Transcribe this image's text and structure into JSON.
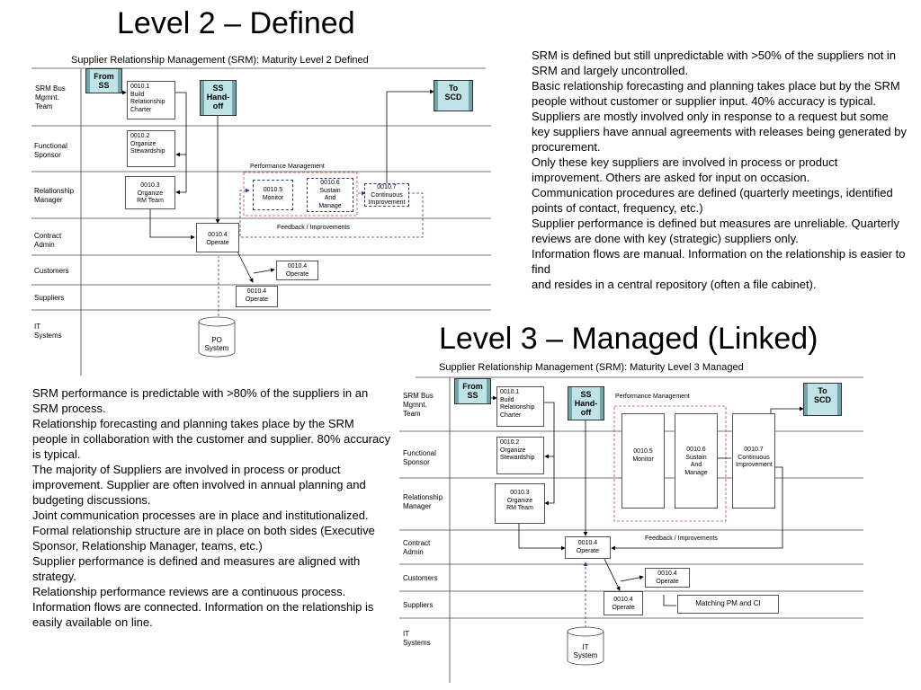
{
  "titles": {
    "level2": "Level 2 – Defined",
    "level3": "Level 3 – Managed (Linked)"
  },
  "level2": {
    "diagram_title": "Supplier Relationship Management (SRM): Maturity Level 2 Defined",
    "lanes": [
      [
        "SRM Bus",
        "Mgmnt.",
        "Team"
      ],
      [
        "Functional",
        "Sponsor"
      ],
      [
        "Relationship",
        "Manager"
      ],
      [
        "Contract",
        "Admin"
      ],
      [
        "Customers"
      ],
      [
        "Suppliers"
      ],
      [
        "IT",
        "Systems"
      ]
    ],
    "from_ss": [
      "From",
      "SS"
    ],
    "ss_handoff": [
      "SS",
      "Hand-",
      "off"
    ],
    "to_scd": [
      "To",
      "SCD"
    ],
    "build_charter": [
      "0010.1",
      "Build",
      "Relationship",
      "Charter"
    ],
    "organize_stewardship": [
      "0010.2",
      "Organize",
      "Stewardship"
    ],
    "organize_rm_team": [
      "0010.3",
      "Organize",
      "RM Team"
    ],
    "operate_contract": [
      "0010.4",
      "Operate"
    ],
    "operate_customers": [
      "0010.4",
      "Operate"
    ],
    "operate_suppliers": [
      "0010.4",
      "Operate"
    ],
    "monitor": [
      "0010.5",
      "Monitor"
    ],
    "sustain_manage": [
      "0010.6",
      "Sustain",
      "And",
      "Manage"
    ],
    "continuous_improvement": [
      "0010.7",
      "Continuous",
      "Improvement"
    ],
    "performance_management": "Performance Management",
    "feedback_improvements": "Feedback / Improvements",
    "po_system": [
      "PO",
      "System"
    ]
  },
  "level3": {
    "diagram_title": "Supplier Relationship Management (SRM): Maturity Level 3 Managed",
    "lanes": [
      [
        "SRM Bus",
        "Mgmnt.",
        "Team"
      ],
      [
        "Functional",
        "Sponsor"
      ],
      [
        "Relationship",
        "Manager"
      ],
      [
        "Contract",
        "Admin"
      ],
      [
        "Customers"
      ],
      [
        "Suppliers"
      ],
      [
        "IT",
        "Systems"
      ]
    ],
    "from_ss": [
      "From",
      "SS"
    ],
    "ss_handoff": [
      "SS",
      "Hand-",
      "off"
    ],
    "to_scd": [
      "To",
      "SCD"
    ],
    "build_charter": [
      "0010.1",
      "Build",
      "Relationship",
      "Charter"
    ],
    "organize_stewardship": [
      "0010.2",
      "Organize",
      "Stewardship"
    ],
    "organize_rm_team": [
      "0010.3",
      "Organize",
      "RM Team"
    ],
    "operate_contract": [
      "0010.4",
      "Operate"
    ],
    "operate_customers": [
      "0010.4",
      "Operate"
    ],
    "operate_suppliers": [
      "0010.4",
      "Operate"
    ],
    "monitor": [
      "0010.5",
      "Monitor"
    ],
    "sustain_manage": [
      "0010.6",
      "Sustain",
      "And",
      "Manage"
    ],
    "continuous_improvement": [
      "0010.7",
      "Continuous",
      "Improvement"
    ],
    "performance_management": "Performance Management",
    "feedback_improvements": "Feedback / Improvements",
    "matching_pm_ci": "Matching PM and CI",
    "it_system": [
      "IT",
      "System"
    ]
  },
  "level2_description": [
    "SRM is defined  but still unpredictable with >50% of the suppliers not in SRM and largely uncontrolled.",
    "Basic relationship forecasting and planning takes place but by the SRM people without customer or supplier input.  40% accuracy is typical.",
    "Suppliers are mostly involved only in response to a request but some key suppliers have annual agreements with releases being generated by procurement.",
    "Only these key suppliers are involved in process or product improvement. Others are asked for input on occasion.",
    "Communication procedures are defined (quarterly meetings, identified points of contact, frequency, etc.)",
    "Supplier performance is defined but measures are unreliable. Quarterly reviews are done with key (strategic) suppliers only.",
    "Information flows are manual.  Information on the relationship is easier to find",
    "and resides in a central repository (often a file cabinet)."
  ],
  "level3_description": [
    "SRM performance is predictable with >80% of the suppliers in an SRM process.",
    "Relationship forecasting and planning takes place by the SRM people in collaboration with the customer and supplier.  80% accuracy is typical.",
    "The majority of Suppliers are involved in process or product improvement. Supplier are often involved in annual planning and budgeting discussions.",
    "Joint communication processes are in place and institutionalized. Formal relationship structure are in place on both sides (Executive Sponsor, Relationship Manager, teams, etc.)",
    "Supplier performance is defined and measures are aligned with strategy.",
    "Relationship performance reviews are a continuous process.",
    "Information flows are connected.  Information on the relationship is easily available on line."
  ]
}
